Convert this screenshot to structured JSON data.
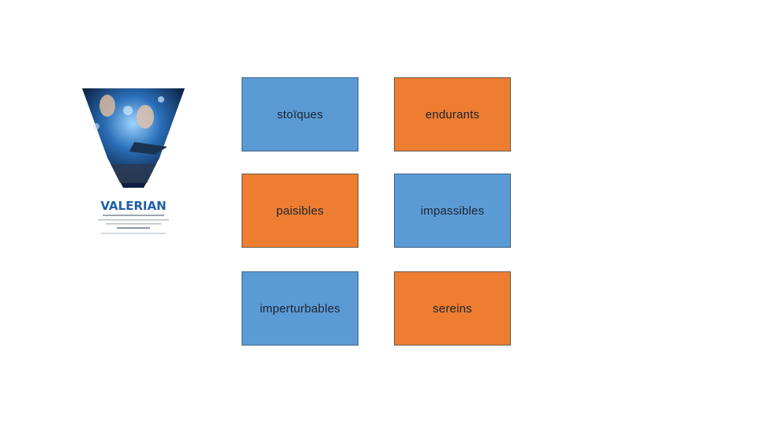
{
  "colors": {
    "blue": "#5b9bd5",
    "orange": "#ed7d31",
    "border": "#3f6287"
  },
  "poster": {
    "logo_text": "VALERIAN"
  },
  "cards": [
    {
      "label": "stoïques",
      "color": "blue"
    },
    {
      "label": "endurants",
      "color": "orange"
    },
    {
      "label": "paisibles",
      "color": "orange"
    },
    {
      "label": "impassibles",
      "color": "blue"
    },
    {
      "label": "imperturbables",
      "color": "blue"
    },
    {
      "label": "sereins",
      "color": "orange"
    }
  ]
}
